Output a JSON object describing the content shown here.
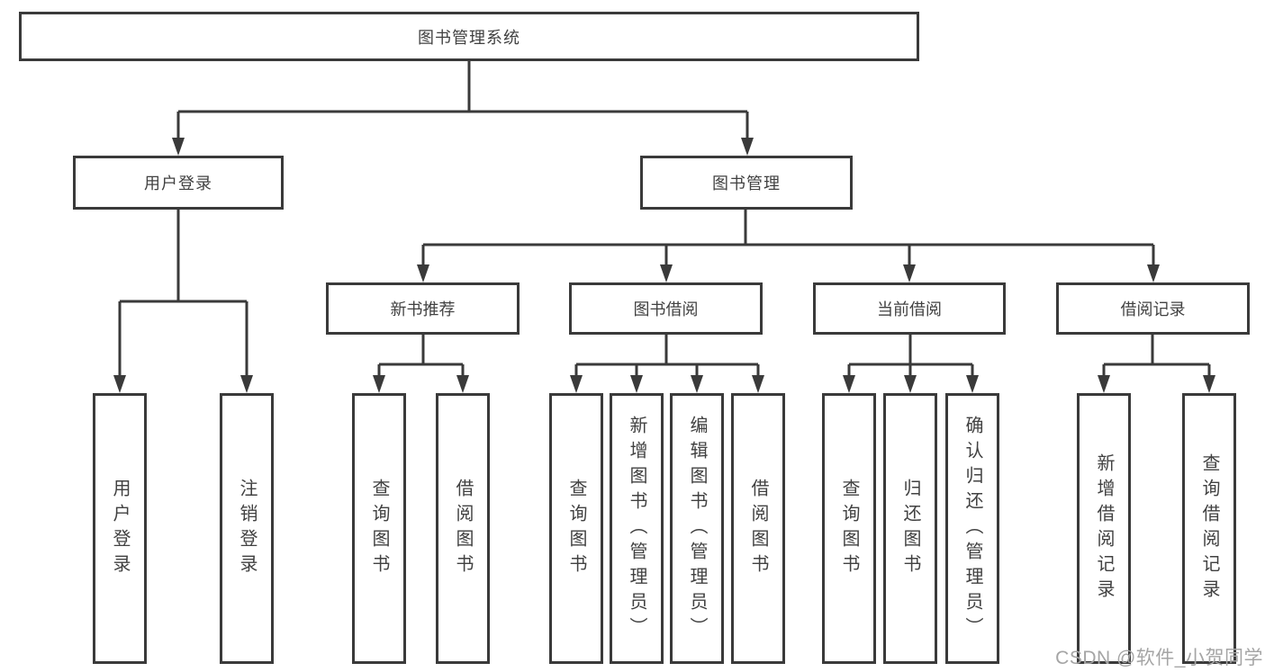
{
  "diagram": {
    "title": "图书管理系统",
    "root": {
      "label": "图书管理系统"
    },
    "level2": [
      {
        "id": "user-login",
        "label": "用户登录"
      },
      {
        "id": "book-management",
        "label": "图书管理"
      }
    ],
    "level3": [
      {
        "id": "new-book-recommend",
        "label": "新书推荐",
        "parent": "图书管理"
      },
      {
        "id": "book-borrow",
        "label": "图书借阅",
        "parent": "图书管理"
      },
      {
        "id": "current-borrow",
        "label": "当前借阅",
        "parent": "图书管理"
      },
      {
        "id": "borrow-record",
        "label": "借阅记录",
        "parent": "图书管理"
      }
    ],
    "leaves": [
      {
        "label": "用户登录",
        "parent": "用户登录"
      },
      {
        "label": "注销登录",
        "parent": "用户登录"
      },
      {
        "label": "查询图书",
        "parent": "新书推荐"
      },
      {
        "label": "借阅图书",
        "parent": "新书推荐"
      },
      {
        "label": "查询图书",
        "parent": "图书借阅"
      },
      {
        "label": "新增图书（管理员）",
        "parent": "图书借阅"
      },
      {
        "label": "编辑图书（管理员）",
        "parent": "图书借阅"
      },
      {
        "label": "借阅图书",
        "parent": "图书借阅"
      },
      {
        "label": "查询图书",
        "parent": "当前借阅"
      },
      {
        "label": "归还图书",
        "parent": "当前借阅"
      },
      {
        "label": "确认归还（管理员）",
        "parent": "当前借阅"
      },
      {
        "label": "新增借阅记录",
        "parent": "借阅记录"
      },
      {
        "label": "查询借阅记录",
        "parent": "借阅记录"
      }
    ],
    "watermark": "CSDN @软件_小贺同学",
    "colors": {
      "line": "#3a3a3a",
      "box_border": "#3a3a3a",
      "text": "#414141",
      "watermark": "#a5a5a5",
      "background": "#ffffff"
    }
  }
}
